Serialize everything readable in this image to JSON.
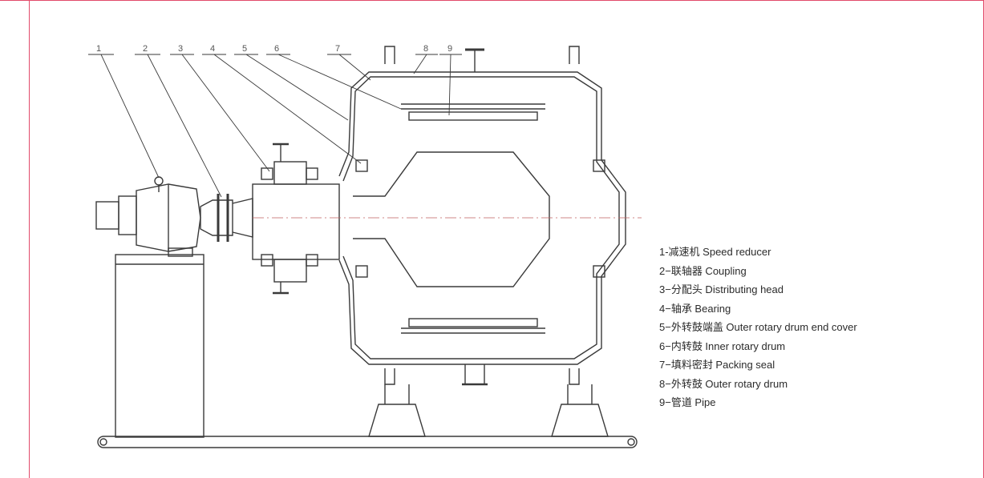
{
  "callouts": [
    "1",
    "2",
    "3",
    "4",
    "5",
    "6",
    "7",
    "8",
    "9"
  ],
  "legend": [
    "1-减速机 Speed reducer",
    "2−联轴器 Coupling",
    "3−分配头 Distributing head",
    "4−轴承 Bearing",
    "5−外转鼓端盖 Outer rotary drum end cover",
    "6−内转鼓 Inner rotary drum",
    "7−填料密封 Packing seal",
    "8−外转鼓 Outer rotary drum",
    "9−管道 Pipe"
  ],
  "colors": {
    "frame": "#e24a6a",
    "line": "#3a3a3a",
    "text": "#2b2b2b"
  }
}
